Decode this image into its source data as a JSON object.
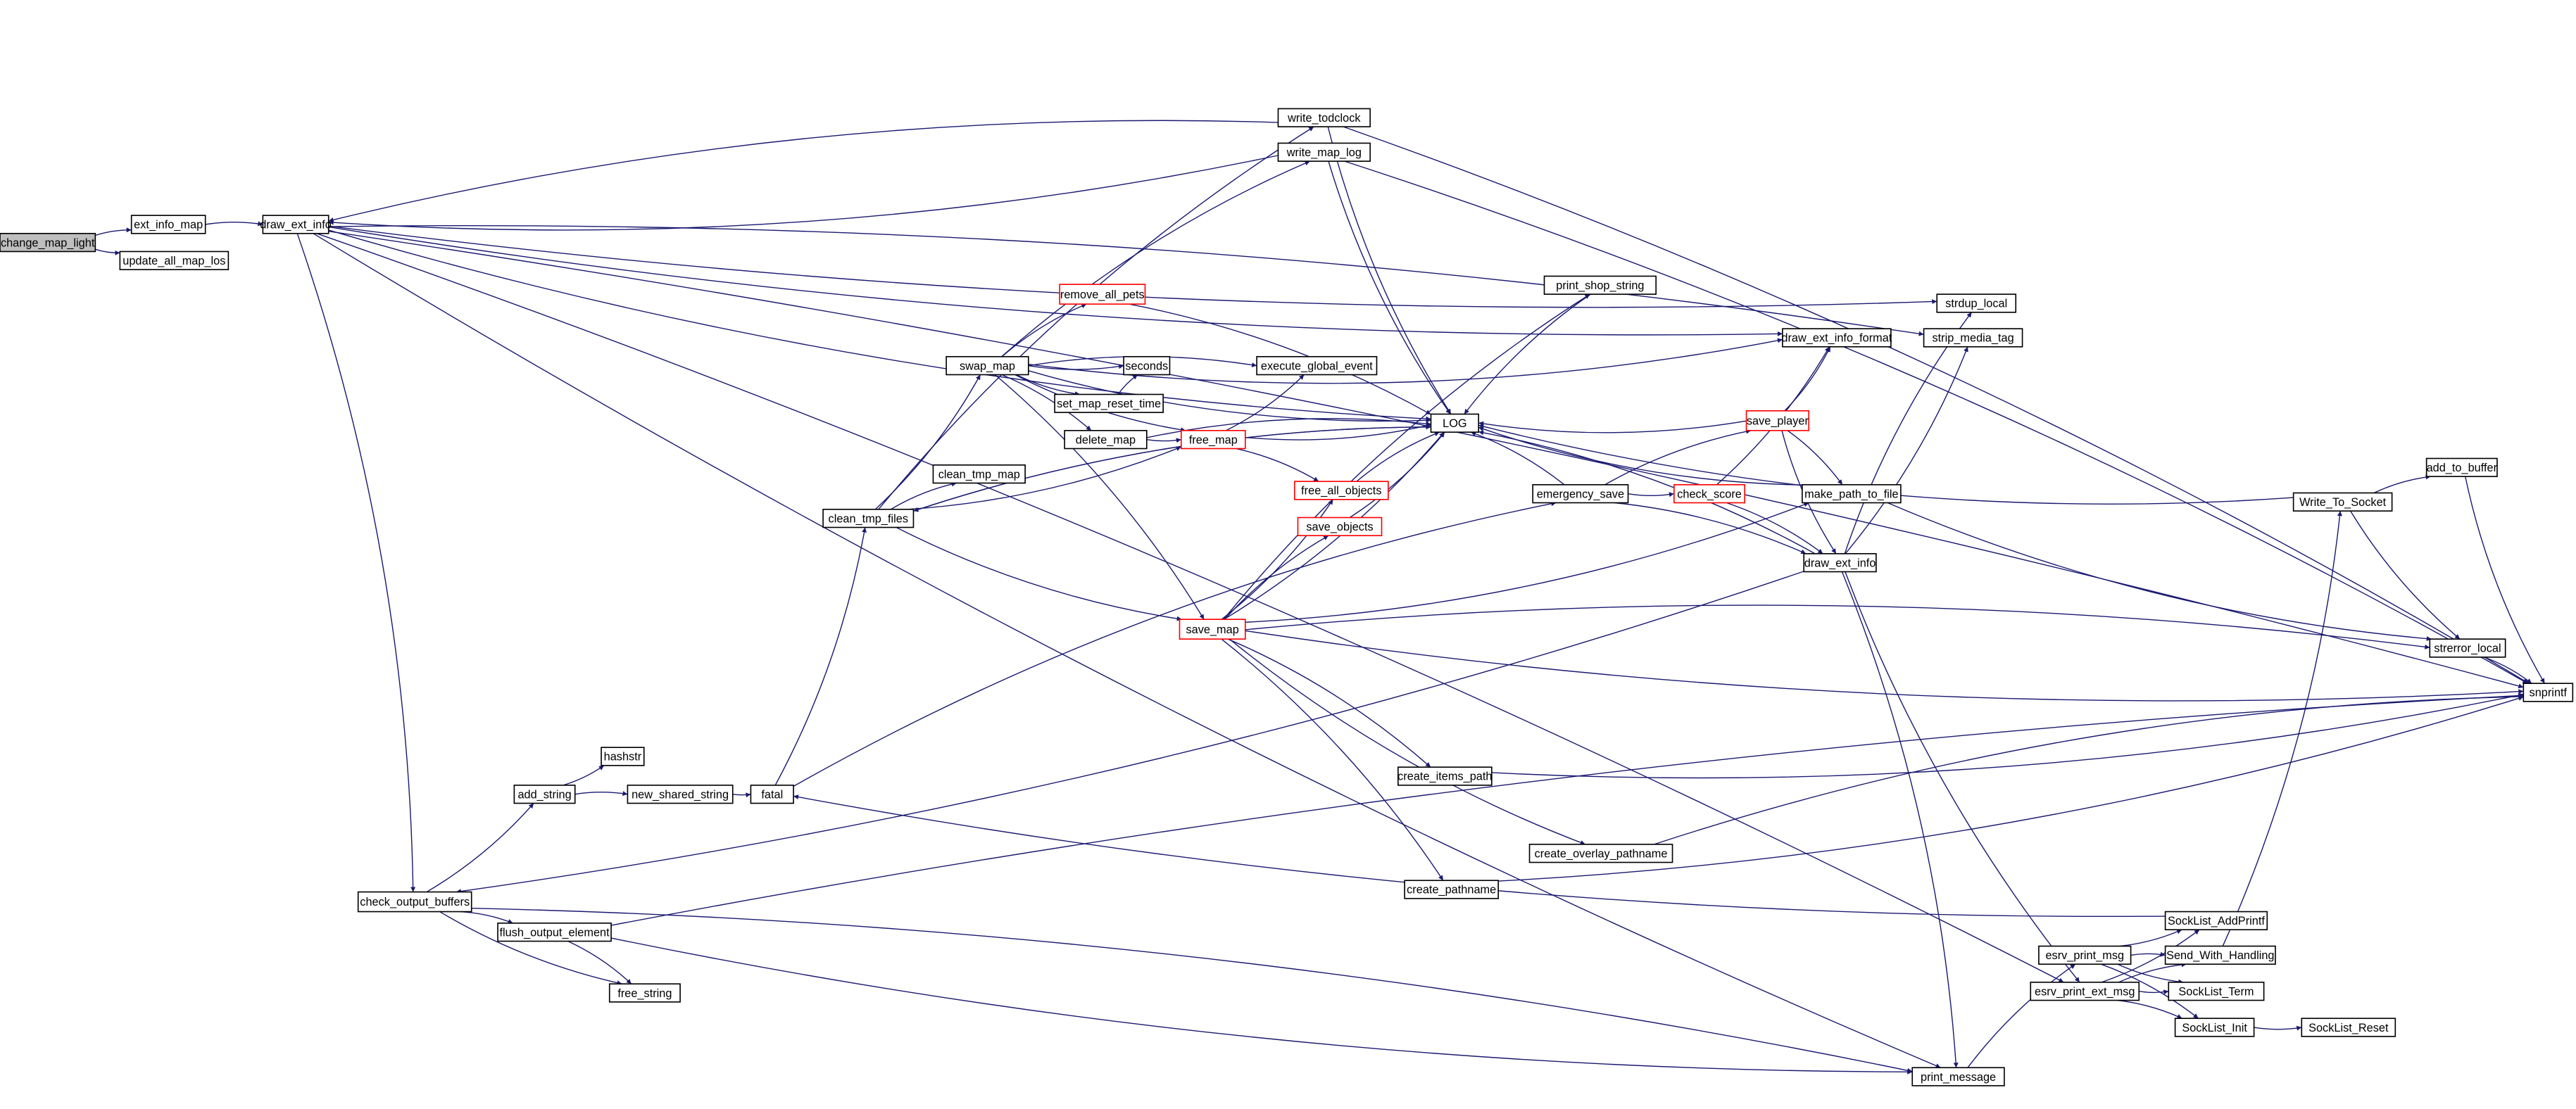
{
  "colors": {
    "edge": "#191970",
    "root_fill": "#bfbfbf",
    "highlight_border": "#ff0000"
  },
  "nodes": [
    {
      "id": "change_map_light",
      "label": "change_map_light",
      "style": "root"
    },
    {
      "id": "ext_info_map",
      "label": "ext_info_map",
      "style": "normal"
    },
    {
      "id": "update_all_map_los",
      "label": "update_all_map_los",
      "style": "normal"
    },
    {
      "id": "draw_ext_info_l",
      "label": "draw_ext_info",
      "style": "normal"
    },
    {
      "id": "check_output_buffers",
      "label": "check_output_buffers",
      "style": "normal"
    },
    {
      "id": "add_string",
      "label": "add_string",
      "style": "normal"
    },
    {
      "id": "hashstr",
      "label": "hashstr",
      "style": "normal"
    },
    {
      "id": "new_shared_string",
      "label": "new_shared_string",
      "style": "normal"
    },
    {
      "id": "fatal",
      "label": "fatal",
      "style": "normal"
    },
    {
      "id": "flush_output_element",
      "label": "flush_output_element",
      "style": "normal"
    },
    {
      "id": "free_string",
      "label": "free_string",
      "style": "normal"
    },
    {
      "id": "clean_tmp_files",
      "label": "clean_tmp_files",
      "style": "normal"
    },
    {
      "id": "clean_tmp_map",
      "label": "clean_tmp_map",
      "style": "normal"
    },
    {
      "id": "swap_map",
      "label": "swap_map",
      "style": "normal"
    },
    {
      "id": "write_todclock",
      "label": "write_todclock",
      "style": "normal"
    },
    {
      "id": "write_map_log",
      "label": "write_map_log",
      "style": "normal"
    },
    {
      "id": "remove_all_pets",
      "label": "remove_all_pets",
      "style": "red"
    },
    {
      "id": "seconds",
      "label": "seconds",
      "style": "normal"
    },
    {
      "id": "execute_global_event",
      "label": "execute_global_event",
      "style": "normal"
    },
    {
      "id": "set_map_reset_time",
      "label": "set_map_reset_time",
      "style": "normal"
    },
    {
      "id": "delete_map",
      "label": "delete_map",
      "style": "normal"
    },
    {
      "id": "free_map",
      "label": "free_map",
      "style": "red"
    },
    {
      "id": "free_all_objects",
      "label": "free_all_objects",
      "style": "red"
    },
    {
      "id": "save_objects",
      "label": "save_objects",
      "style": "red"
    },
    {
      "id": "save_map",
      "label": "save_map",
      "style": "red"
    },
    {
      "id": "LOG",
      "label": "LOG",
      "style": "normal"
    },
    {
      "id": "print_shop_string",
      "label": "print_shop_string",
      "style": "normal"
    },
    {
      "id": "emergency_save",
      "label": "emergency_save",
      "style": "normal"
    },
    {
      "id": "check_score",
      "label": "check_score",
      "style": "red"
    },
    {
      "id": "save_player",
      "label": "save_player",
      "style": "red"
    },
    {
      "id": "draw_ext_info_format",
      "label": "draw_ext_info_format",
      "style": "normal"
    },
    {
      "id": "strdup_local",
      "label": "strdup_local",
      "style": "normal"
    },
    {
      "id": "strip_media_tag",
      "label": "strip_media_tag",
      "style": "normal"
    },
    {
      "id": "make_path_to_file",
      "label": "make_path_to_file",
      "style": "normal"
    },
    {
      "id": "draw_ext_info_r",
      "label": "draw_ext_info",
      "style": "normal"
    },
    {
      "id": "create_items_path",
      "label": "create_items_path",
      "style": "normal"
    },
    {
      "id": "create_overlay_pathname",
      "label": "create_overlay_pathname",
      "style": "normal"
    },
    {
      "id": "create_pathname",
      "label": "create_pathname",
      "style": "normal"
    },
    {
      "id": "SockList_AddPrintf",
      "label": "SockList_AddPrintf",
      "style": "normal"
    },
    {
      "id": "Send_With_Handling",
      "label": "Send_With_Handling",
      "style": "normal"
    },
    {
      "id": "SockList_Term",
      "label": "SockList_Term",
      "style": "normal"
    },
    {
      "id": "SockList_Init",
      "label": "SockList_Init",
      "style": "normal"
    },
    {
      "id": "SockList_Reset",
      "label": "SockList_Reset",
      "style": "normal"
    },
    {
      "id": "esrv_print_msg",
      "label": "esrv_print_msg",
      "style": "normal"
    },
    {
      "id": "esrv_print_ext_msg",
      "label": "esrv_print_ext_msg",
      "style": "normal"
    },
    {
      "id": "print_message",
      "label": "print_message",
      "style": "normal"
    },
    {
      "id": "Write_To_Socket",
      "label": "Write_To_Socket",
      "style": "normal"
    },
    {
      "id": "add_to_buffer",
      "label": "add_to_buffer",
      "style": "normal"
    },
    {
      "id": "strerror_local",
      "label": "strerror_local",
      "style": "normal"
    },
    {
      "id": "snprintf",
      "label": "snprintf",
      "style": "normal"
    }
  ],
  "edges": [
    [
      "change_map_light",
      "ext_info_map"
    ],
    [
      "change_map_light",
      "update_all_map_los"
    ],
    [
      "ext_info_map",
      "draw_ext_info_l"
    ],
    [
      "draw_ext_info_l",
      "LOG"
    ],
    [
      "draw_ext_info_l",
      "snprintf"
    ],
    [
      "draw_ext_info_l",
      "strdup_local"
    ],
    [
      "draw_ext_info_l",
      "strip_media_tag"
    ],
    [
      "draw_ext_info_l",
      "draw_ext_info_format"
    ],
    [
      "draw_ext_info_l",
      "check_output_buffers"
    ],
    [
      "draw_ext_info_l",
      "print_message"
    ],
    [
      "draw_ext_info_l",
      "esrv_print_ext_msg"
    ],
    [
      "write_todclock",
      "draw_ext_info_l"
    ],
    [
      "write_map_log",
      "draw_ext_info_l"
    ],
    [
      "check_output_buffers",
      "add_string"
    ],
    [
      "check_output_buffers",
      "flush_output_element"
    ],
    [
      "check_output_buffers",
      "free_string"
    ],
    [
      "check_output_buffers",
      "print_message"
    ],
    [
      "add_string",
      "hashstr"
    ],
    [
      "add_string",
      "new_shared_string"
    ],
    [
      "new_shared_string",
      "fatal"
    ],
    [
      "flush_output_element",
      "free_string"
    ],
    [
      "flush_output_element",
      "print_message"
    ],
    [
      "flush_output_element",
      "snprintf"
    ],
    [
      "fatal",
      "clean_tmp_files"
    ],
    [
      "fatal",
      "emergency_save"
    ],
    [
      "clean_tmp_files",
      "swap_map"
    ],
    [
      "clean_tmp_files",
      "clean_tmp_map"
    ],
    [
      "clean_tmp_files",
      "save_map"
    ],
    [
      "clean_tmp_files",
      "LOG"
    ],
    [
      "clean_tmp_files",
      "free_map"
    ],
    [
      "clean_tmp_files",
      "write_todclock"
    ],
    [
      "LOG",
      "clean_tmp_files"
    ],
    [
      "swap_map",
      "remove_all_pets"
    ],
    [
      "swap_map",
      "seconds"
    ],
    [
      "swap_map",
      "execute_global_event"
    ],
    [
      "swap_map",
      "set_map_reset_time"
    ],
    [
      "swap_map",
      "delete_map"
    ],
    [
      "swap_map",
      "free_map"
    ],
    [
      "swap_map",
      "save_map"
    ],
    [
      "swap_map",
      "LOG"
    ],
    [
      "swap_map",
      "write_map_log"
    ],
    [
      "swap_map",
      "draw_ext_info_format"
    ],
    [
      "set_map_reset_time",
      "seconds"
    ],
    [
      "delete_map",
      "free_map"
    ],
    [
      "delete_map",
      "LOG"
    ],
    [
      "free_map",
      "LOG"
    ],
    [
      "free_map",
      "free_all_objects"
    ],
    [
      "free_map",
      "execute_global_event"
    ],
    [
      "free_all_objects",
      "LOG"
    ],
    [
      "save_objects",
      "LOG"
    ],
    [
      "remove_all_pets",
      "LOG"
    ],
    [
      "save_map",
      "free_all_objects"
    ],
    [
      "save_map",
      "save_objects"
    ],
    [
      "save_map",
      "LOG"
    ],
    [
      "save_map",
      "create_items_path"
    ],
    [
      "save_map",
      "create_overlay_pathname"
    ],
    [
      "save_map",
      "create_pathname"
    ],
    [
      "save_map",
      "snprintf"
    ],
    [
      "save_map",
      "strerror_local"
    ],
    [
      "save_map",
      "make_path_to_file"
    ],
    [
      "save_map",
      "print_shop_string"
    ],
    [
      "emergency_save",
      "LOG"
    ],
    [
      "emergency_save",
      "save_player"
    ],
    [
      "emergency_save",
      "check_score"
    ],
    [
      "emergency_save",
      "draw_ext_info_r"
    ],
    [
      "save_player",
      "draw_ext_info_format"
    ],
    [
      "save_player",
      "make_path_to_file"
    ],
    [
      "save_player",
      "draw_ext_info_r"
    ],
    [
      "save_player",
      "LOG"
    ],
    [
      "check_score",
      "draw_ext_info_format"
    ],
    [
      "check_score",
      "draw_ext_info_r"
    ],
    [
      "make_path_to_file",
      "strerror_local"
    ],
    [
      "make_path_to_file",
      "LOG"
    ],
    [
      "draw_ext_info_r",
      "LOG"
    ],
    [
      "draw_ext_info_r",
      "strdup_local"
    ],
    [
      "draw_ext_info_r",
      "strip_media_tag"
    ],
    [
      "draw_ext_info_r",
      "print_message"
    ],
    [
      "draw_ext_info_r",
      "esrv_print_ext_msg"
    ],
    [
      "draw_ext_info_r",
      "check_output_buffers"
    ],
    [
      "print_shop_string",
      "LOG"
    ],
    [
      "print_message",
      "esrv_print_msg"
    ],
    [
      "esrv_print_msg",
      "SockList_AddPrintf"
    ],
    [
      "esrv_print_msg",
      "Send_With_Handling"
    ],
    [
      "esrv_print_msg",
      "SockList_Term"
    ],
    [
      "esrv_print_msg",
      "SockList_Init"
    ],
    [
      "esrv_print_ext_msg",
      "SockList_AddPrintf"
    ],
    [
      "esrv_print_ext_msg",
      "Send_With_Handling"
    ],
    [
      "esrv_print_ext_msg",
      "SockList_Term"
    ],
    [
      "esrv_print_ext_msg",
      "SockList_Init"
    ],
    [
      "SockList_Init",
      "SockList_Reset"
    ],
    [
      "SockList_AddPrintf",
      "fatal"
    ],
    [
      "Send_With_Handling",
      "Write_To_Socket"
    ],
    [
      "Write_To_Socket",
      "add_to_buffer"
    ],
    [
      "Write_To_Socket",
      "strerror_local"
    ],
    [
      "Write_To_Socket",
      "LOG"
    ],
    [
      "add_to_buffer",
      "snprintf"
    ],
    [
      "strerror_local",
      "snprintf"
    ],
    [
      "write_todclock",
      "LOG"
    ],
    [
      "write_todclock",
      "snprintf"
    ],
    [
      "write_map_log",
      "LOG"
    ],
    [
      "write_map_log",
      "snprintf"
    ],
    [
      "create_items_path",
      "snprintf"
    ],
    [
      "create_overlay_pathname",
      "snprintf"
    ],
    [
      "create_pathname",
      "snprintf"
    ]
  ]
}
